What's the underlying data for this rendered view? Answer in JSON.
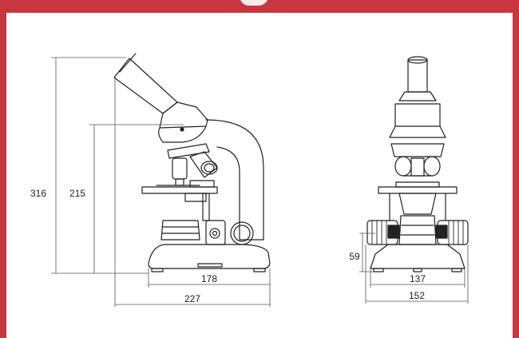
{
  "header": {
    "accent_color": "#c8363f"
  },
  "side_view": {
    "dimensions": {
      "total_height": "316",
      "stage_height": "215",
      "base_width": "178",
      "total_depth": "227"
    }
  },
  "front_view": {
    "dimensions": {
      "knob_height": "59",
      "base_width": "137",
      "total_width": "152"
    }
  },
  "colors": {
    "line": "#222222",
    "frame": "#c8363f"
  }
}
